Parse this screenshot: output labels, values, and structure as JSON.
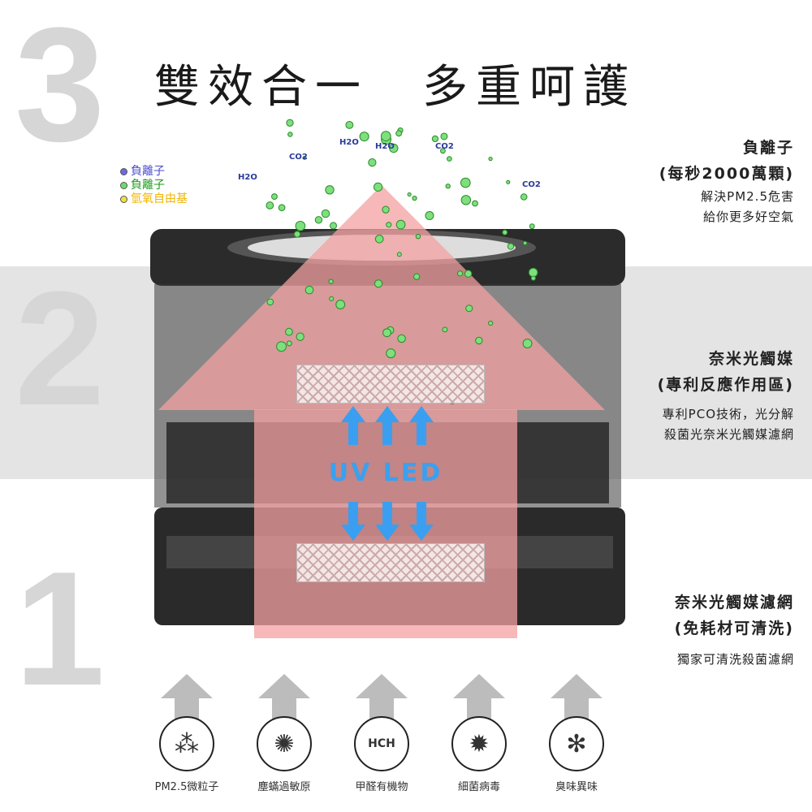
{
  "step_numbers": [
    "3",
    "2",
    "1"
  ],
  "title": "雙效合一　多重呵護",
  "legend": [
    {
      "label": "負離子",
      "color": "#4a4ad0"
    },
    {
      "label": "負離子",
      "color": "#2aa02a"
    },
    {
      "label": "氫氧自由基",
      "color": "#f0b400"
    }
  ],
  "molecules": [
    "H2O",
    "CO2",
    "H2O",
    "H2O",
    "CO2",
    "CO2"
  ],
  "uv_label": "UV LED",
  "features": [
    {
      "heading": "負離子",
      "subheading": "(每秒2000萬顆)",
      "lines": [
        "解決PM2.5危害",
        "給你更多好空氣"
      ]
    },
    {
      "heading": "奈米光觸媒",
      "subheading": "(專利反應作用區)",
      "lines": [
        "專利PCO技術，光分解",
        "殺菌光奈米光觸媒濾網"
      ]
    },
    {
      "heading": "奈米光觸媒濾網",
      "subheading": "(免耗材可清洗)",
      "lines": [
        "獨家可清洗殺菌濾網"
      ]
    }
  ],
  "pollutants": [
    {
      "label": "PM2.5微粒子",
      "icon": "particles-icon",
      "glyph": "⁂"
    },
    {
      "label": "塵蟎過敏原",
      "icon": "dust-mite-icon",
      "glyph": "✺"
    },
    {
      "label": "甲醛有機物",
      "icon": "formaldehyde-icon",
      "glyph": "HCH"
    },
    {
      "label": "細菌病毒",
      "icon": "bacteria-icon",
      "glyph": "✹"
    },
    {
      "label": "臭味異味",
      "icon": "odor-icon",
      "glyph": "✻"
    }
  ]
}
